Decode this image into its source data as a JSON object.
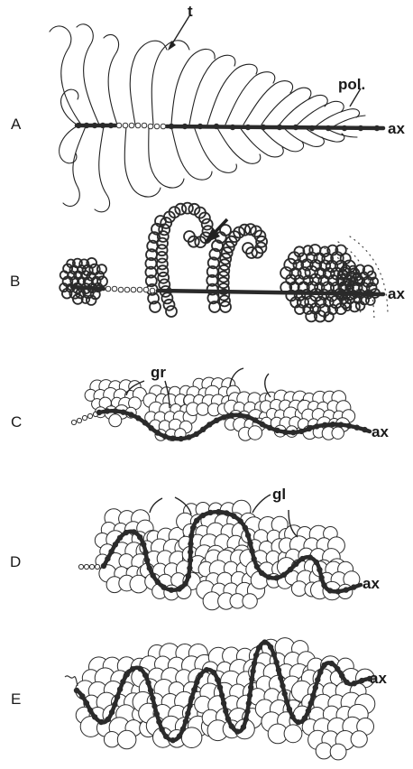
{
  "figure": {
    "panels": [
      {
        "letter": "A",
        "labels": [
          "t",
          "pol.",
          "ax"
        ]
      },
      {
        "letter": "B",
        "labels": [
          "ax"
        ]
      },
      {
        "letter": "C",
        "labels": [
          "gr",
          "ax"
        ]
      },
      {
        "letter": "D",
        "labels": [
          "gl",
          "ax"
        ]
      },
      {
        "letter": "E",
        "labels": [
          "ax"
        ]
      }
    ]
  }
}
